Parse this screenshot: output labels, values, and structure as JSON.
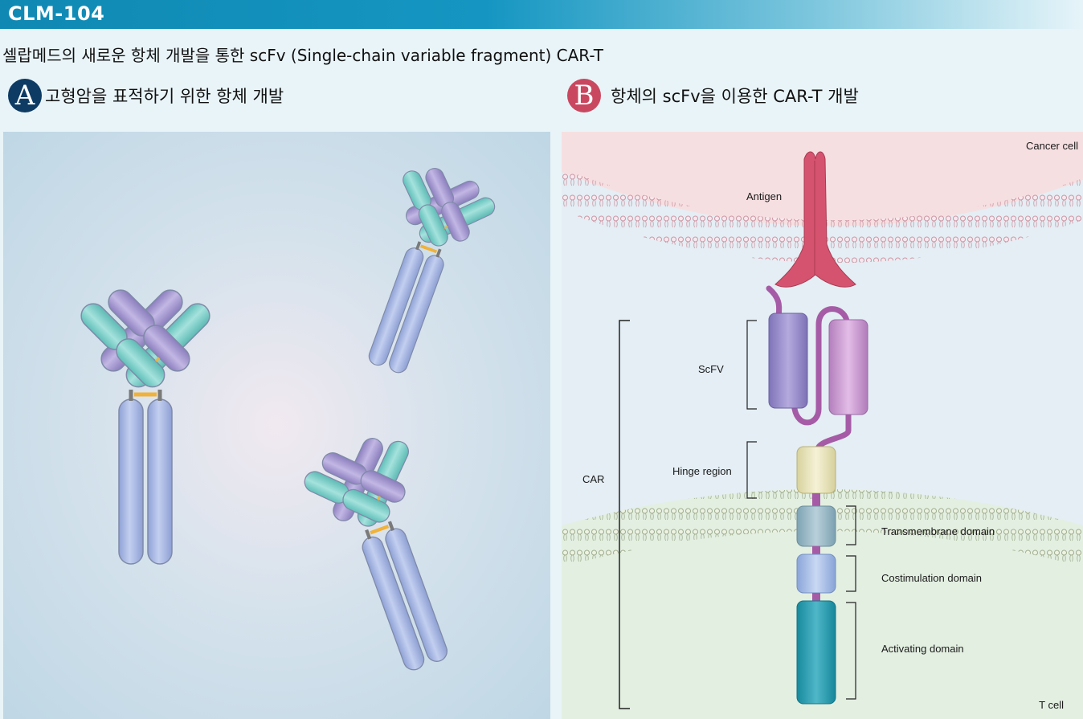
{
  "header": {
    "title": "CLM-104"
  },
  "subtitle": "셀랍메드의 새로운 항체 개발을 통한 scFv (Single-chain variable fragment) CAR-T",
  "section_a": {
    "badge": "A",
    "title": "고형암을 표적하기 위한 항체 개발"
  },
  "section_b": {
    "badge": "B",
    "title": "항체의 scFv을 이용한 CAR-T 개발"
  },
  "diagram_b": {
    "labels": {
      "cancer_cell": "Cancer cell",
      "antigen": "Antigen",
      "scfv": "ScFV",
      "hinge": "Hinge region",
      "car": "CAR",
      "transmembrane": "Transmembrane domain",
      "costimulation": "Costimulation domain",
      "activating": "Activating domain",
      "t_cell": "T cell"
    }
  },
  "colors": {
    "heavy_chain": "#aab9e3",
    "variable_heavy": "#7fd1cb",
    "light_chain": "#a99bd1",
    "disulfide": "#f0b23a",
    "antigen": "#d6536f",
    "vh_domain": "#a59ad3",
    "vl_domain": "#d7a6d7",
    "linker": "#a65ba6",
    "hinge": "#e8e4b8",
    "transmembrane": "#9ab8c4",
    "costimulation": "#a9c1e9",
    "activating": "#1f95aa"
  }
}
